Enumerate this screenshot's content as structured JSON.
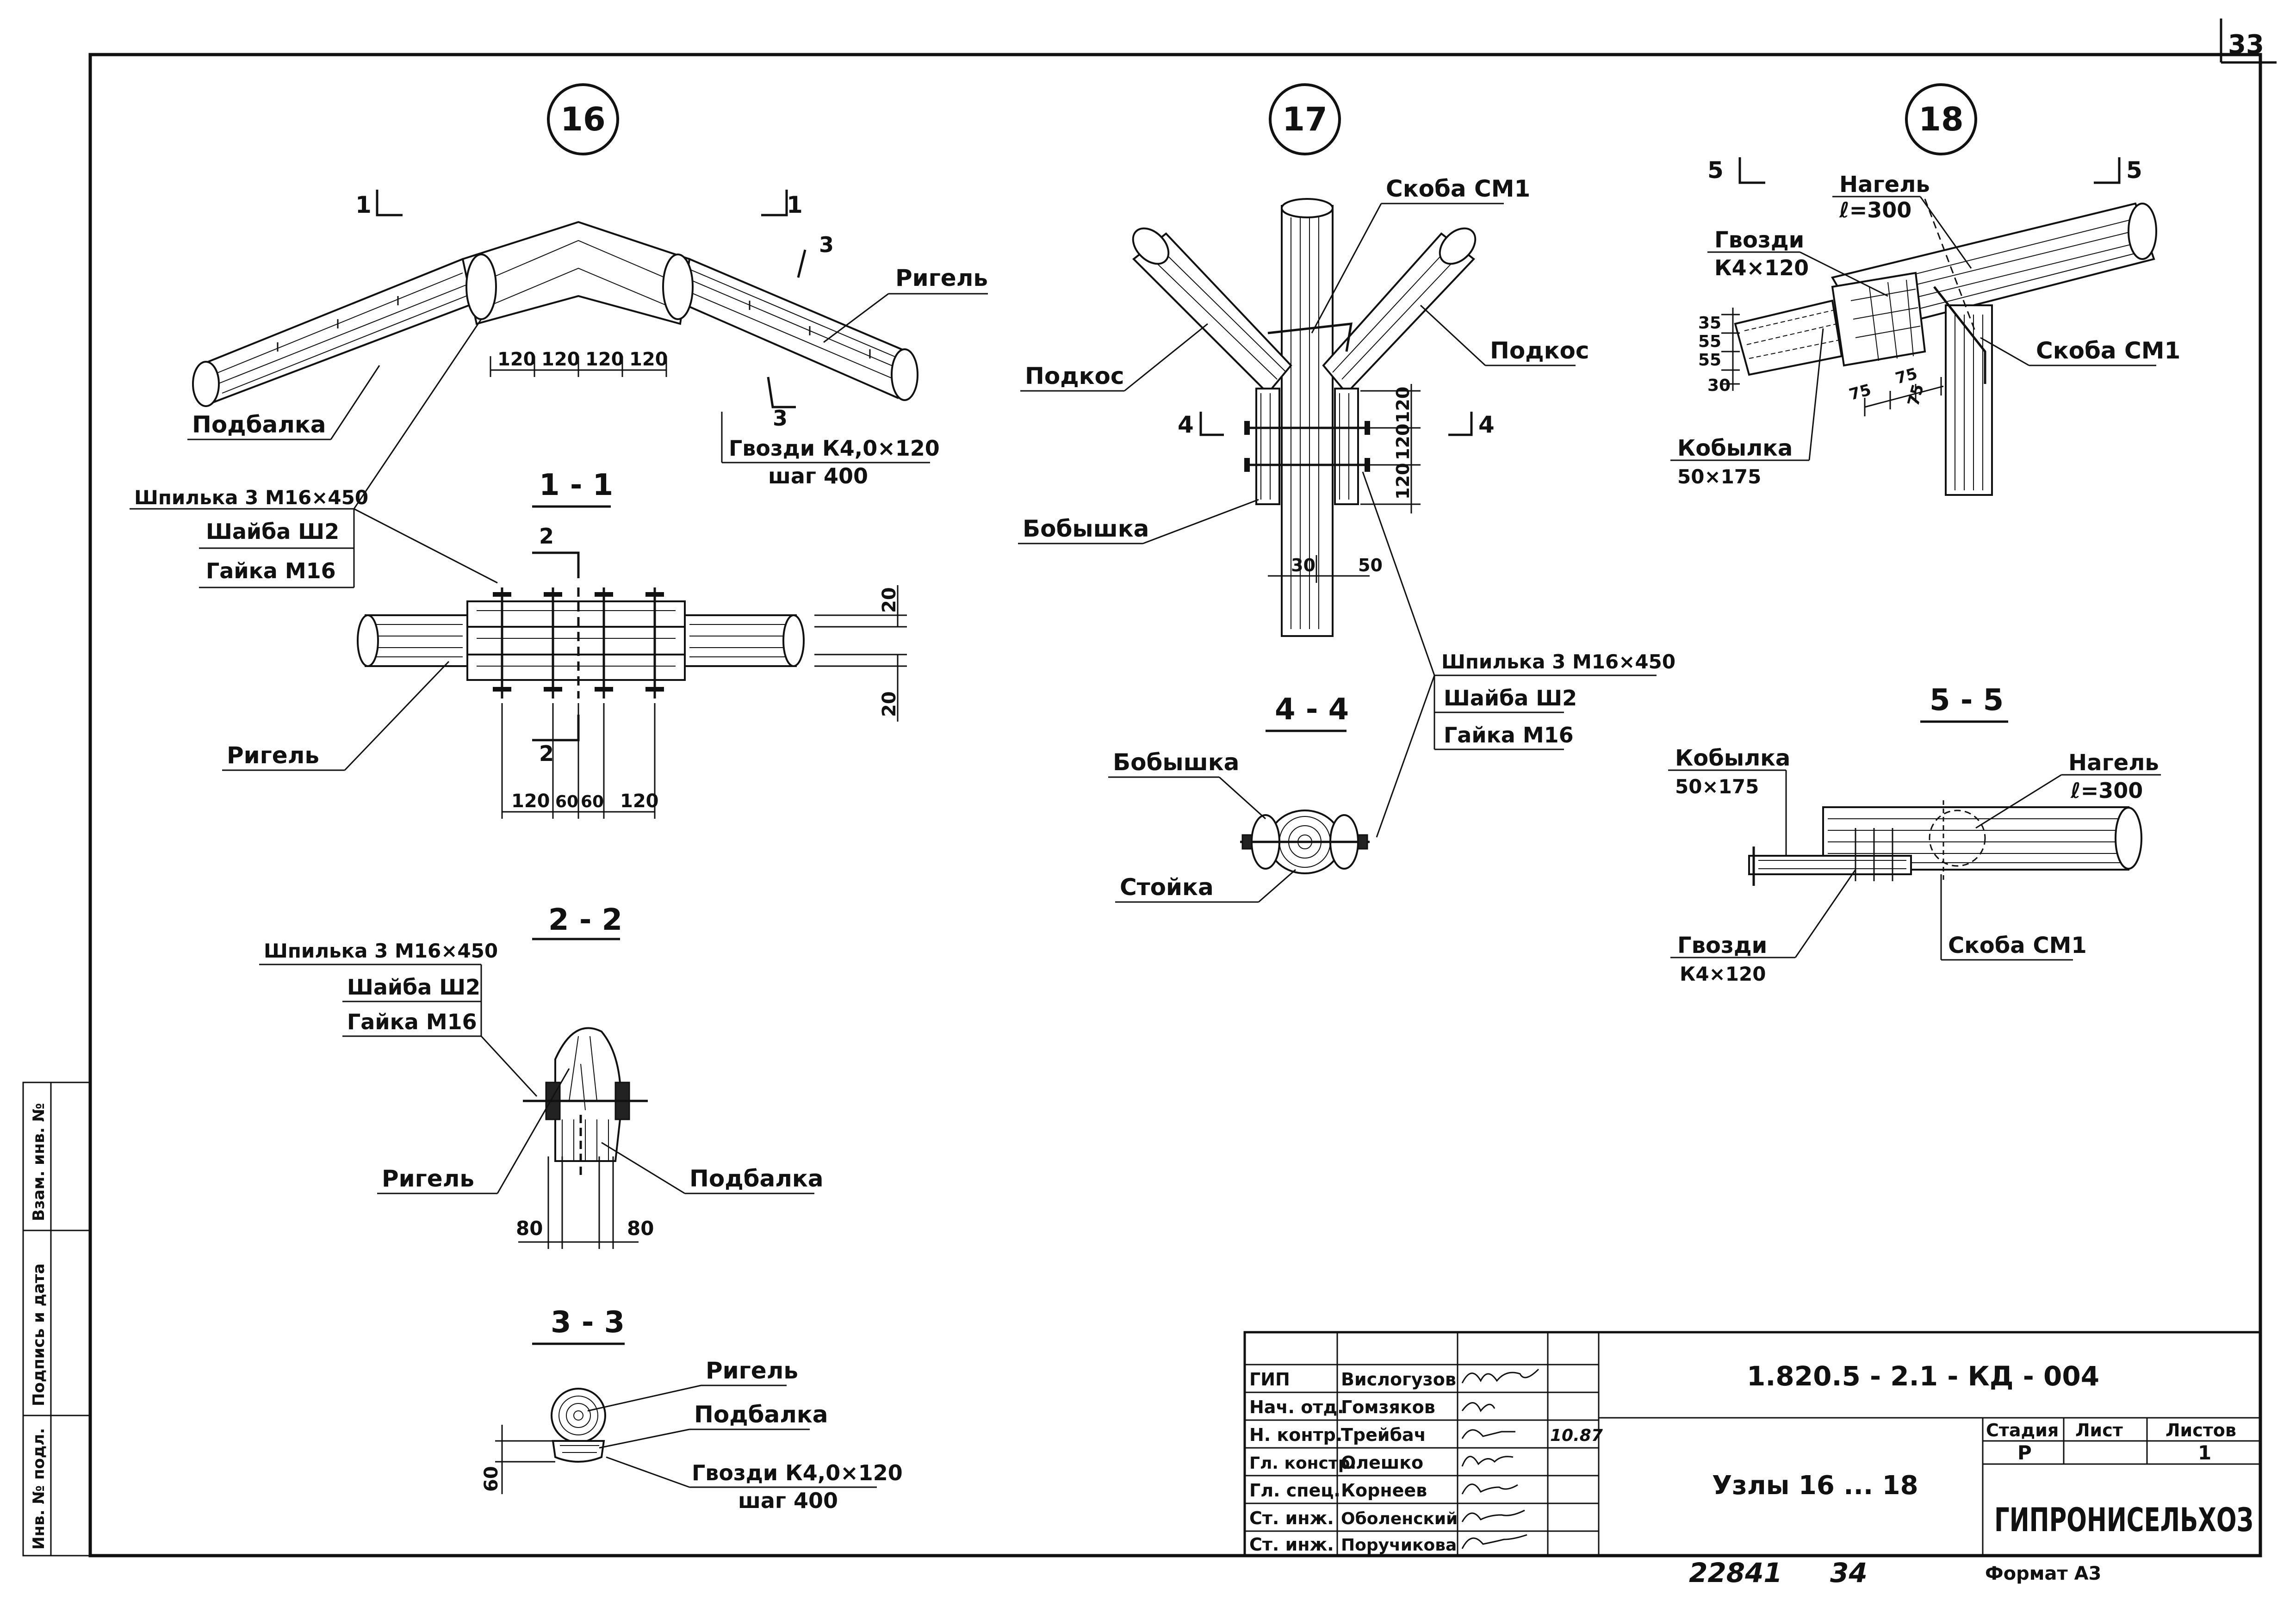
{
  "page_number": "33",
  "nodes": {
    "n16": "16",
    "n17": "17",
    "n18": "18"
  },
  "node16": {
    "cut_mark_1_left": "1",
    "cut_mark_1_right": "1",
    "cut_mark_3_top": "3",
    "cut_mark_3_bottom": "3",
    "rigel": "Ригель",
    "podbalka": "Подбалка",
    "nails": "Гвозди К4,0×120",
    "nails_step": "шаг 400",
    "dims": [
      "120",
      "120",
      "120",
      "120"
    ]
  },
  "fastener_callout_1": {
    "stud": "Шпилька 3 М16×450",
    "washer": "Шайба Ш2",
    "nut": "Гайка  М16"
  },
  "section_1_1": {
    "title": "1 - 1",
    "cut2_top": "2",
    "cut2_bottom": "2",
    "dim_right_top": "20",
    "dim_right_bottom": "20",
    "rigel": "Ригель",
    "dims": [
      "120",
      "60",
      "60",
      "120"
    ]
  },
  "section_2_2": {
    "title": "2 - 2",
    "stud": "Шпилька 3 М16×450",
    "washer": "Шайба Ш2",
    "nut": "Гайка  М16",
    "rigel": "Ригель",
    "podbalka": "Подбалка",
    "dims": [
      "80",
      "80"
    ]
  },
  "section_3_3": {
    "title": "3 - 3",
    "rigel": "Ригель",
    "podbalka": "Подбалка",
    "nails": "Гвозди К4,0×120",
    "nails_step": "шаг 400",
    "dim_left": "60"
  },
  "node17": {
    "skoba": "Скоба СМ1",
    "podkos_left": "Подкос",
    "podkos_right": "Подкос",
    "cut4_left": "4",
    "cut4_right": "4",
    "bobyshka": "Бобышка",
    "dims_right": [
      "120",
      "120",
      "120"
    ],
    "dims_bottom": [
      "30",
      "50"
    ]
  },
  "fastener_callout_2": {
    "stud": "Шпилька 3 М16×450",
    "washer": "Шайба Ш2",
    "nut": "Гайка М16"
  },
  "section_4_4": {
    "title": "4 - 4",
    "bobyshka": "Бобышка",
    "stoyka": "Стойка"
  },
  "node18": {
    "cut5_left": "5",
    "cut5_right": "5",
    "nagel": "Нагель",
    "nagel_len": "ℓ=300",
    "nails": "Гвозди",
    "nails_size": "К4×120",
    "skoba": "Скоба СМ1",
    "kobylka": "Кобылка",
    "kobylka_size": "50×175",
    "dims_left": [
      "35",
      "55",
      "55",
      "30"
    ],
    "dims_bottom": [
      "75",
      "75",
      "75"
    ]
  },
  "section_5_5": {
    "title": "5 - 5",
    "kobylka": "Кобылка",
    "kobylka_size": "50×175",
    "nagel": "Нагель",
    "nagel_len": "ℓ=300",
    "nails": "Гвозди",
    "nails_size": "К4×120",
    "skoba": "Скоба СМ1"
  },
  "side_stamp": [
    "Инв. № подл.",
    "Подпись и дата",
    "Взам. инв. №"
  ],
  "title_block": {
    "rows": [
      {
        "role": "ГИП",
        "name": "Вислогузов"
      },
      {
        "role": "Нач. отд.",
        "name": "Гомзяков"
      },
      {
        "role": "Н. контр.",
        "name": "Трейбач"
      },
      {
        "role": "Гл. констр.",
        "name": "Олешко"
      },
      {
        "role": "Гл. спец.",
        "name": "Корнеев"
      },
      {
        "role": "Ст. инж.",
        "name": "Оболенский"
      },
      {
        "role": "Ст. инж.",
        "name": "Поручикова"
      }
    ],
    "date": "10.87",
    "code": "1.820.5 - 2.1 - КД - 004",
    "sheet_title": "Узлы  16 ... 18",
    "stage_label": "Стадия",
    "sheet_label": "Лист",
    "sheets_label": "Листов",
    "stage": "Р",
    "sheet": "",
    "sheets": "1",
    "org": "ГИПРОНИСЕЛЬХОЗ",
    "format": "Формат  А3"
  },
  "bottom_numbers": {
    "inv": "22841",
    "num": "34"
  }
}
